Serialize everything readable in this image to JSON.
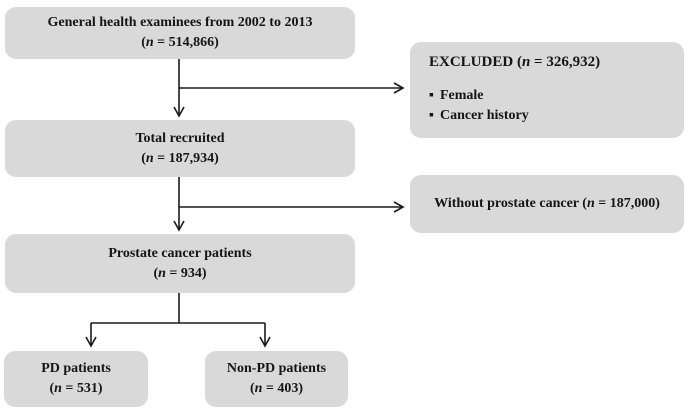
{
  "symbols": {
    "paren_open": "(",
    "n": "n",
    "equals": " = ",
    "paren_close": ")",
    "bullet": "▪"
  },
  "flow": {
    "general": {
      "title": "General health examinees from 2002 to 2013",
      "n": "514,866"
    },
    "excluded": {
      "title": "EXCLUDED ",
      "n": "326,932",
      "items": [
        "Female",
        "Cancer history"
      ]
    },
    "recruited": {
      "title": "Total recruited",
      "n": "187,934"
    },
    "without": {
      "title": "Without prostate cancer ",
      "n": "187,000"
    },
    "prostate": {
      "title": "Prostate cancer patients",
      "n": "934"
    },
    "pd": {
      "title": "PD patients",
      "n": "531"
    },
    "nonpd": {
      "title": "Non-PD patients",
      "n": "403"
    }
  },
  "colors": {
    "box_bg": "#d9d9d9",
    "line": "#1a1a1a",
    "text": "#151515"
  }
}
